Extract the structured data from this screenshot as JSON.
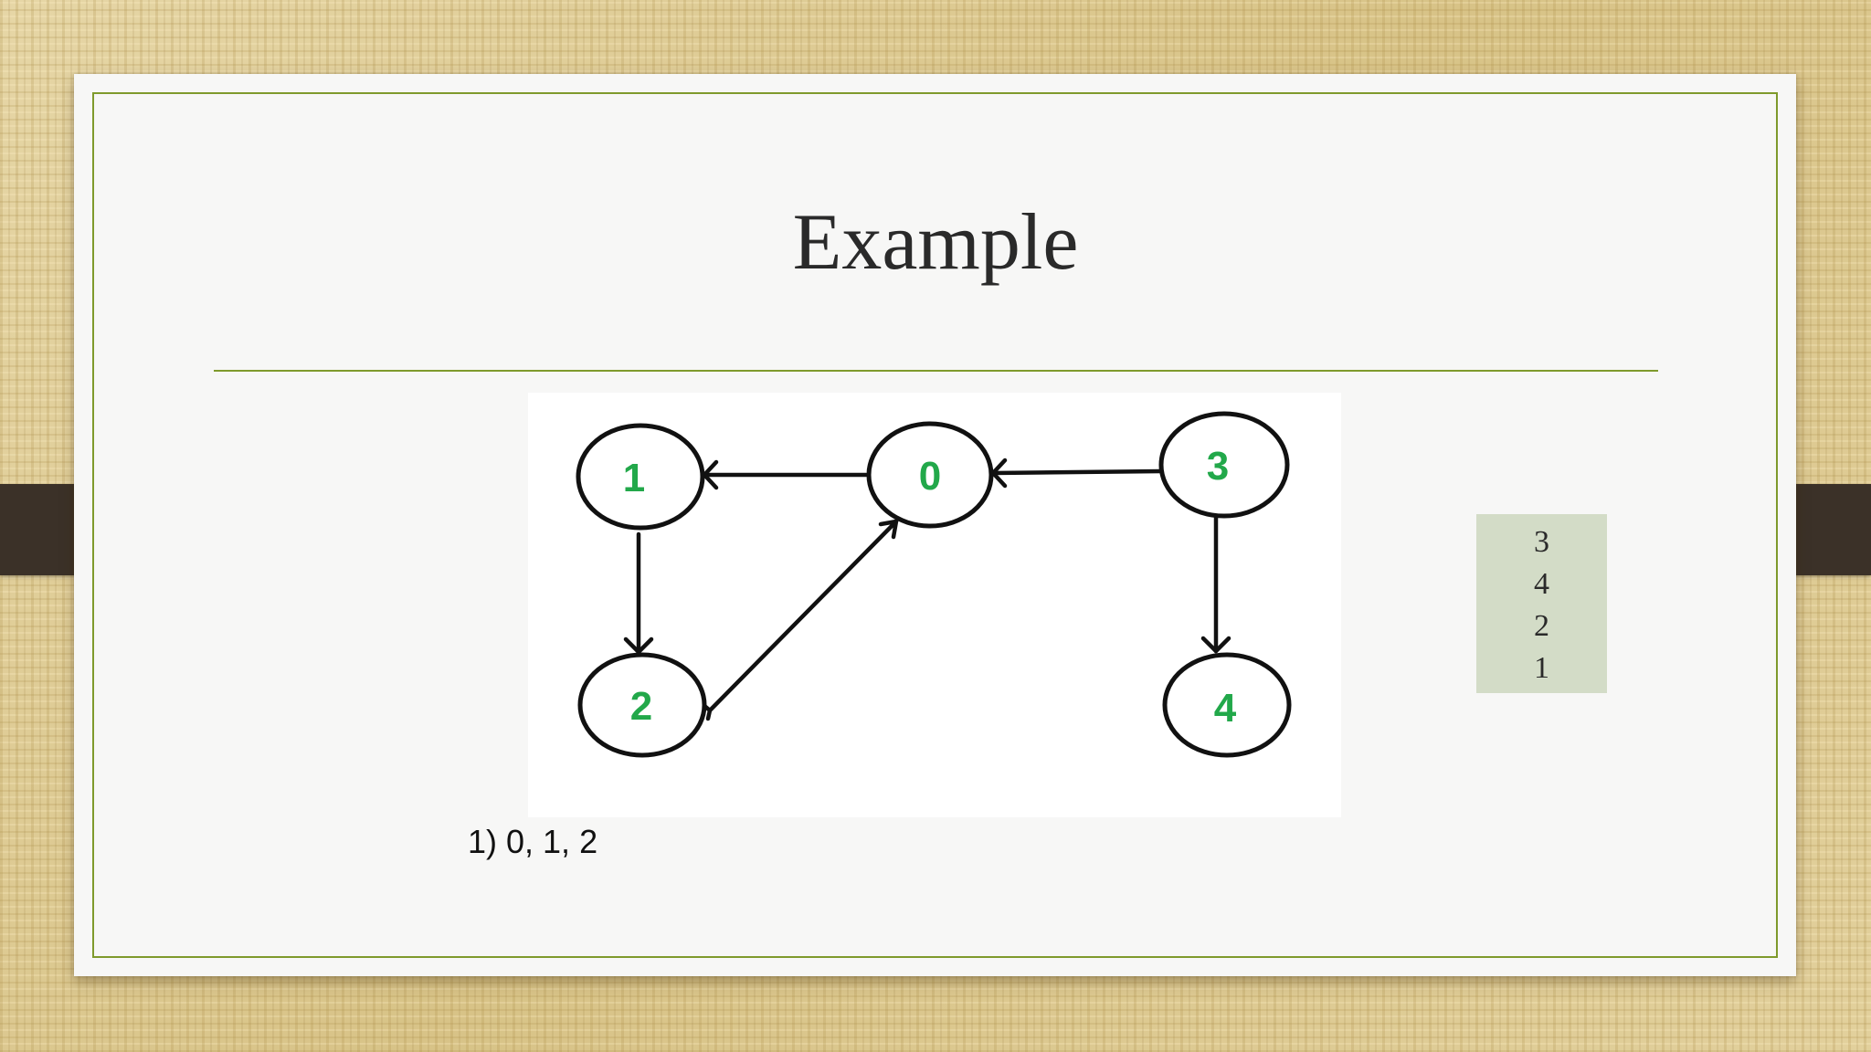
{
  "slide": {
    "title": "Example",
    "answer_text": "1) 0, 1, 2"
  },
  "colors": {
    "background": "#dcc890",
    "slide": "#f7f7f6",
    "accent_line": "#7f9a2c",
    "tab": "#3b3128",
    "node_label": "#22a84a",
    "stack_box": "#d3dcc7"
  },
  "graph": {
    "nodes": [
      {
        "id": "0",
        "label": "0"
      },
      {
        "id": "1",
        "label": "1"
      },
      {
        "id": "2",
        "label": "2"
      },
      {
        "id": "3",
        "label": "3"
      },
      {
        "id": "4",
        "label": "4"
      }
    ],
    "edges": [
      {
        "from": "0",
        "to": "1"
      },
      {
        "from": "1",
        "to": "2"
      },
      {
        "from": "2",
        "to": "0"
      },
      {
        "from": "3",
        "to": "0"
      },
      {
        "from": "3",
        "to": "4"
      }
    ]
  },
  "stack": {
    "items": [
      "3",
      "4",
      "2",
      "1"
    ]
  }
}
